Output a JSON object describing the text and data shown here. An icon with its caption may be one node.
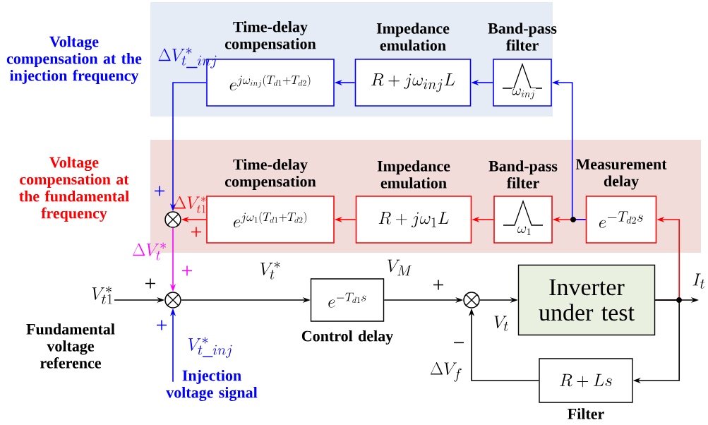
{
  "diagram": {
    "nodes": [
      {
        "text": [
          "Voltage compensation at the injection frequency"
        ]
      },
      {
        "text": [
          "Time-delay compensation",
          "e^{j\\omega_{inj}(T_{d1}+T_{d2})}"
        ],
        "in": 0
      },
      {
        "text": [
          "Impedance emulation",
          "R+j\\omega_{inj}L"
        ],
        "in": 0
      },
      {
        "text": [
          "Band-pass filter",
          "\\omega_{inj}"
        ],
        "in": 0
      },
      {
        "text": [
          "Voltage compensation at the fundamental frequency"
        ]
      },
      {
        "text": [
          "Time-delay compensation",
          "e^{j\\omega_{1}(T_{d1}+T_{d2})}"
        ],
        "in": 4
      },
      {
        "text": [
          "Impedance emulation",
          "R+j\\omega_{1}L"
        ],
        "in": 4
      },
      {
        "text": [
          "Band-pass filter",
          "\\omega_{1}"
        ],
        "in": 4
      },
      {
        "text": [
          "Measurement delay",
          "e^{-T_{d2}s}"
        ],
        "in": 4
      },
      {
        "text": [],
        "shape": "circle",
        "in": 4
      },
      {
        "text": [],
        "shape": "circle"
      },
      {
        "text": [
          "e^{-T_{d1}s}"
        ],
        "beside": [
          "Control delay"
        ]
      },
      {
        "text": [],
        "shape": "circle"
      },
      {
        "text": [
          "Inverter under test"
        ]
      },
      {
        "text": [
          "R+Ls"
        ],
        "beside": [
          "Filter"
        ]
      },
      {
        "text": [
          "V_{t1}^{*}"
        ],
        "beside": [
          "Fundamental voltage reference"
        ]
      },
      {
        "text": [
          "V_{t\\_inj}^{*}"
        ],
        "beside": [
          "Injection voltage signal"
        ]
      },
      {
        "text": [
          "I_{t}"
        ]
      }
    ],
    "edges": [
      {
        "from": 3,
        "to": 2,
        "arrow": "to",
        "color": "#0000ff"
      },
      {
        "from": 2,
        "to": 1,
        "arrow": "to",
        "color": "#0000ff"
      },
      {
        "from": 1,
        "to": 9,
        "arrow": "to",
        "color": "#0000ff",
        "label": "\\Delta V_{t\\_inj}^{*}"
      },
      {
        "from": 8,
        "to": 7,
        "arrow": "to",
        "color": "#ff0000"
      },
      {
        "from": 8,
        "to": 3,
        "arrow": "to",
        "color": "#0000ff"
      },
      {
        "from": 7,
        "to": 6,
        "arrow": "to",
        "color": "#ff0000"
      },
      {
        "from": 6,
        "to": 5,
        "arrow": "to",
        "color": "#ff0000"
      },
      {
        "from": 5,
        "to": 9,
        "arrow": "to",
        "color": "#ff0000",
        "label": "\\Delta V_{t1}^{*}"
      },
      {
        "from": 9,
        "to": 10,
        "arrow": "to",
        "color": "#ff00ff",
        "label": "\\Delta V_{t}^{*}"
      },
      {
        "from": 15,
        "to": 10,
        "arrow": "to"
      },
      {
        "from": 16,
        "to": 10,
        "arrow": "to",
        "color": "#0000ff"
      },
      {
        "from": 10,
        "to": 11,
        "arrow": "to",
        "label": "V_{t}^{*}"
      },
      {
        "from": 11,
        "to": 12,
        "arrow": "to",
        "label": "V_{M}"
      },
      {
        "from": 12,
        "to": 13,
        "arrow": "to",
        "label": "V_{t}"
      },
      {
        "from": 13,
        "to": 8,
        "arrow": "to",
        "color": "#ff0000"
      },
      {
        "from": 13,
        "to": 14,
        "arrow": "to"
      },
      {
        "from": 14,
        "to": 12,
        "arrow": "to",
        "label": "\\Delta V_{f}"
      },
      {
        "from": 13,
        "to": 17,
        "arrow": "to"
      }
    ],
    "labels": [
      "+",
      "+",
      "+",
      "+",
      "+",
      "+",
      "−"
    ]
  }
}
